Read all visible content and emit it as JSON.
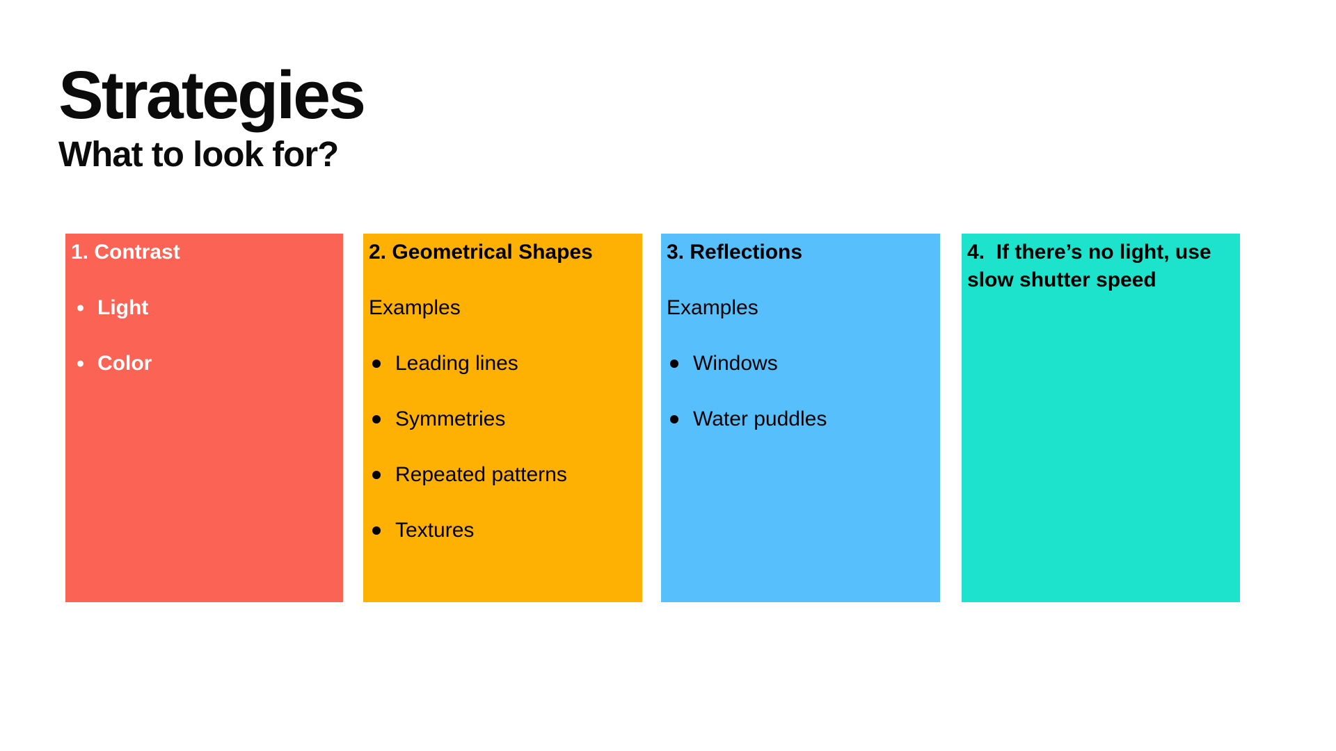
{
  "slide": {
    "title": "Strategies",
    "subtitle": "What to look for?",
    "background": "#ffffff",
    "title_color": "#0b0b0b"
  },
  "cards": [
    {
      "heading": "1. Contrast",
      "background": "#fb6455",
      "text_color": "#ffffff",
      "items": [
        {
          "bullet": true,
          "text": "Light"
        },
        {
          "bullet": true,
          "text": "Color"
        }
      ]
    },
    {
      "heading": "2. Geometrical Shapes",
      "background": "#feb103",
      "text_color": "#000000",
      "items": [
        {
          "bullet": false,
          "text": "Examples"
        },
        {
          "bullet": true,
          "text": "Leading lines"
        },
        {
          "bullet": true,
          "text": "Symmetries"
        },
        {
          "bullet": true,
          "text": "Repeated patterns"
        },
        {
          "bullet": true,
          "text": "Textures"
        }
      ]
    },
    {
      "heading": "3. Reflections",
      "background": "#56bffc",
      "text_color": "#000000",
      "items": [
        {
          "bullet": false,
          "text": "Examples"
        },
        {
          "bullet": true,
          "text": "Windows"
        },
        {
          "bullet": true,
          "text": "Water puddles"
        }
      ]
    },
    {
      "heading": "4.  If there’s no light, use slow shutter speed",
      "background": "#1de3cc",
      "text_color": "#000000",
      "items": []
    }
  ]
}
